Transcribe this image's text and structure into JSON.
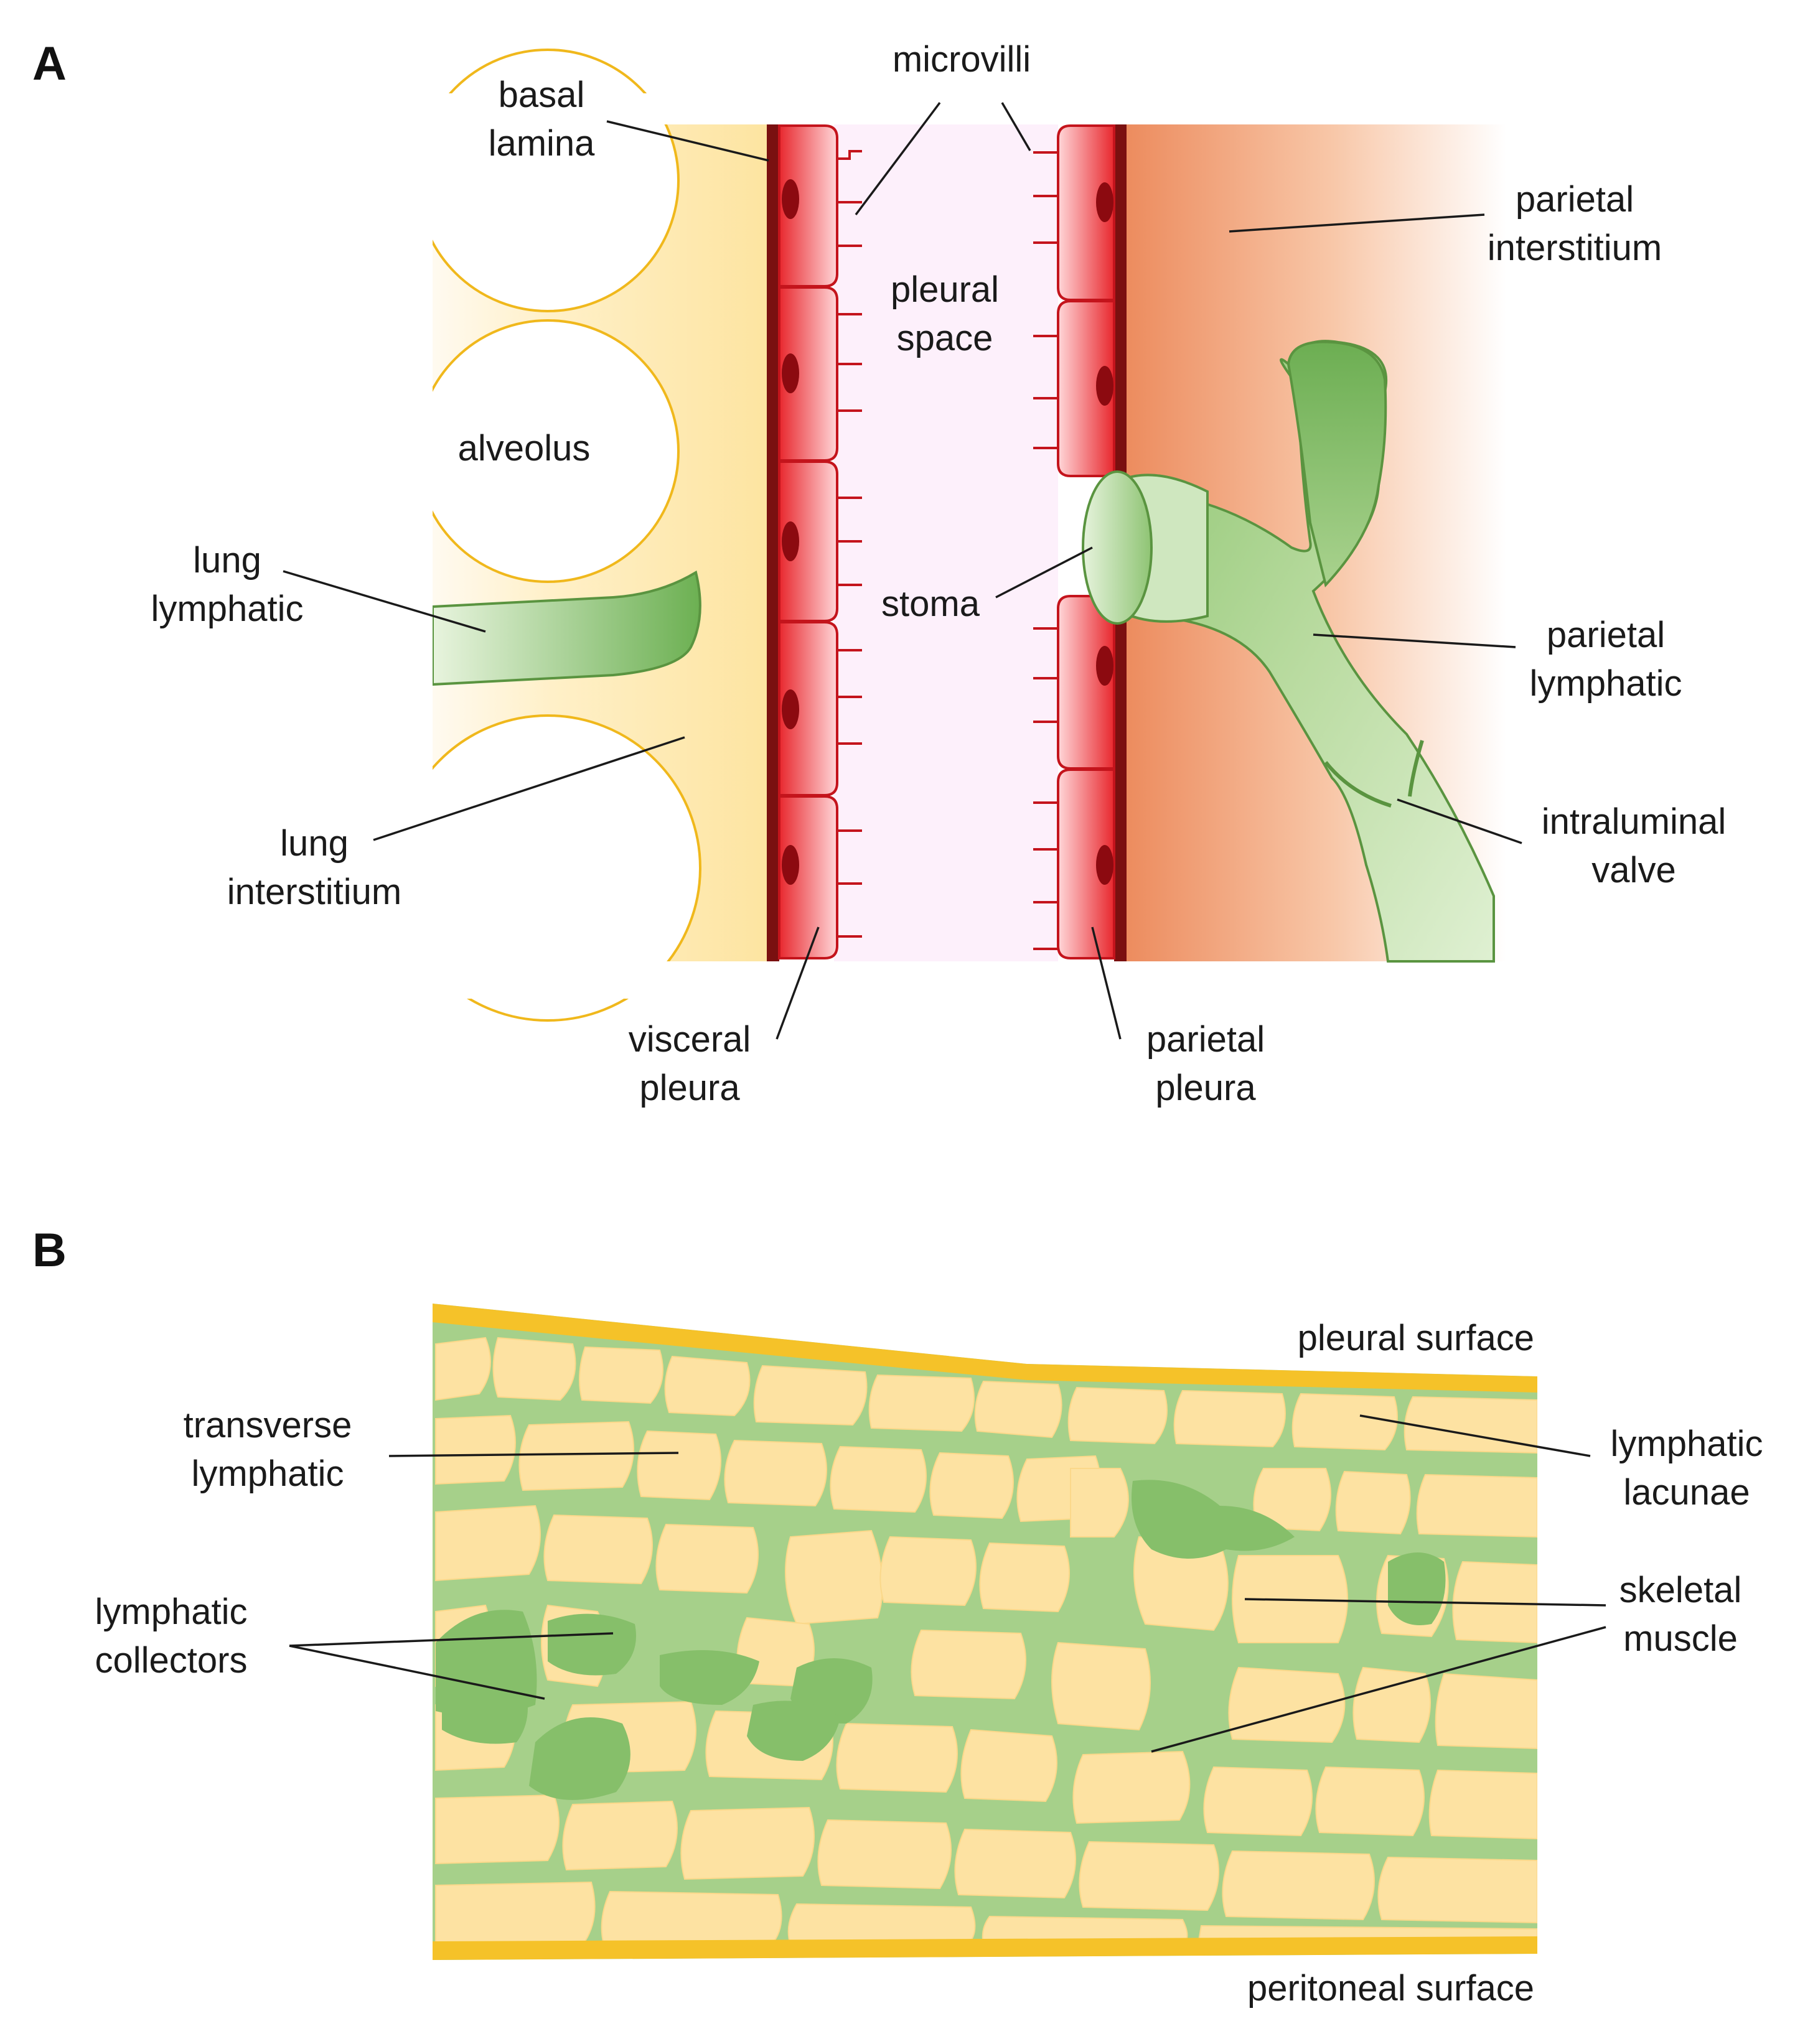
{
  "panels": {
    "a": "A",
    "b": "B"
  },
  "labels": {
    "basal_lamina": [
      "basal",
      "lamina"
    ],
    "microvilli": [
      "microvilli"
    ],
    "parietal_interstitium": [
      "parietal",
      "interstitium"
    ],
    "pleural_space": [
      "pleural",
      "space"
    ],
    "alveolus": [
      "alveolus"
    ],
    "lung_lymphatic": [
      "lung",
      "lymphatic"
    ],
    "stoma": [
      "stoma"
    ],
    "parietal_lymphatic": [
      "parietal",
      "lymphatic"
    ],
    "intraluminal_valve": [
      "intraluminal",
      "valve"
    ],
    "lung_interstitium": [
      "lung",
      "interstitium"
    ],
    "visceral_pleura": [
      "visceral",
      "pleura"
    ],
    "parietal_pleura": [
      "parietal",
      "pleura"
    ],
    "pleural_surface": [
      "pleural surface"
    ],
    "transverse_lymphatic": [
      "transverse",
      "lymphatic"
    ],
    "lymphatic_lacunae": [
      "lymphatic",
      "lacunae"
    ],
    "lymphatic_collectors": [
      "lymphatic",
      "collectors"
    ],
    "skeletal_muscle": [
      "skeletal",
      "muscle"
    ],
    "peritoneal_surface": [
      "peritoneal surface"
    ]
  },
  "colors": {
    "lung_interstitium": "#fde6a4",
    "alveolus_outline": "#f0b81c",
    "basal_lamina": "#7a1010",
    "mesothelial_cell": "#f2474d",
    "cell_outline": "#c4141c",
    "nucleus": "#8c0a10",
    "pleural_space": "#fdf0fb",
    "parietal_interstitium": "#f0976c",
    "lymphatic": "#a6d08a",
    "lymphatic_dark": "#63a84b",
    "lymphatic_outline": "#5a9440",
    "muscle": "#fde2a2",
    "surface": "#f5c229"
  }
}
